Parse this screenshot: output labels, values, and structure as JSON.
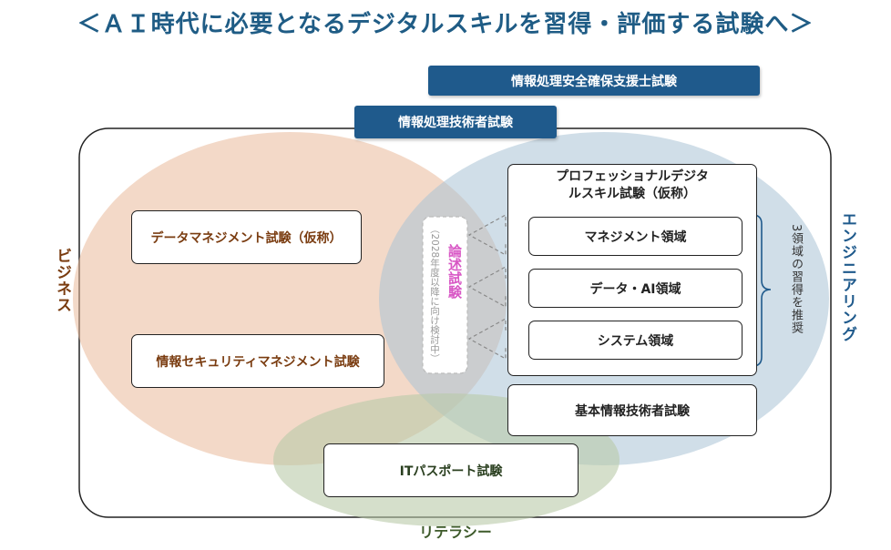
{
  "title": "＜ＡＩ時代に必要となるデジタルスキルを習得・評価する試験へ＞",
  "pills": {
    "security_support": "情報処理安全確保支援士試験",
    "engineer": "情報処理技術者試験"
  },
  "areas": {
    "business": "ビジネス",
    "engineering": "エンジニアリング",
    "literacy": "リテラシー"
  },
  "business_exams": {
    "data_management": "データマネジメント試験（仮称）",
    "security_management": "情報セキュリティマネジメント試験"
  },
  "professional": {
    "title": "プロフェッショナルデジタルスキル試験（仮称）",
    "domains": [
      "マネジメント領域",
      "データ・AI領域",
      "システム領域"
    ]
  },
  "essay": {
    "title": "論述試験",
    "note": "（2028年度以降に向け検討中）"
  },
  "recommend_note": "3領域の習得を推奨",
  "fundamental": "基本情報技術者試験",
  "it_passport": "ITパスポート試験",
  "colors": {
    "title": "#1f5c85",
    "pill": "#1f5a8c",
    "business_circle": "#e9b99b",
    "engineering_circle": "#a9c3d6",
    "literacy_circle": "#b9c9a8",
    "essay_text": "#d857c5"
  }
}
